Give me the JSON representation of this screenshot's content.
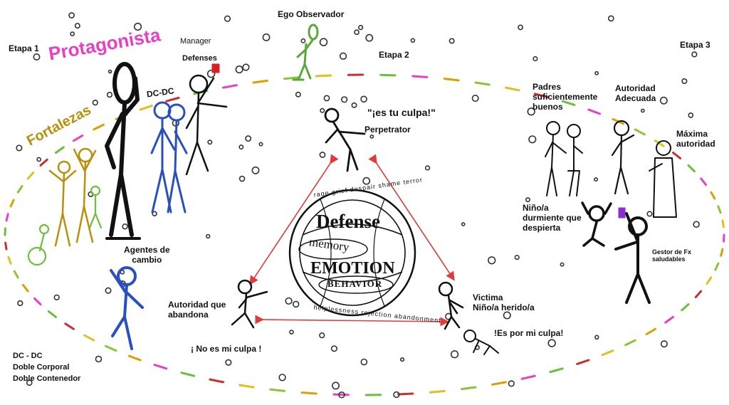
{
  "stages": {
    "etapa1": "Etapa 1",
    "etapa2": "Etapa 2",
    "etapa3": "Etapa 3"
  },
  "left": {
    "protagonista": "Protagonista",
    "fortalezas": "Fortalezas",
    "dc_dc": "DC-DC",
    "manager": "Manager",
    "defenses": "Defenses",
    "agentes": "Agentes de\ncambio",
    "legend_line1": "DC - DC",
    "legend_line2": "Doble Corporal",
    "legend_line3": "Doble Contenedor"
  },
  "top": {
    "ego_observador": "Ego Observador"
  },
  "triangle": {
    "quote_top": "\"¡es tu culpa!\"",
    "perpetrator": "Perpetrator",
    "autoridad_abandona": "Autoridad que\nabandona",
    "no_es_mi_culpa": "¡ No es mi culpa !",
    "victima": "Victima\nNiño/a herido/a",
    "es_por_mi_culpa": "!Es por mi culpa!"
  },
  "center": {
    "defense": "Defense",
    "memory": "memory",
    "emotion": "EMOTION",
    "behavior": "BEHAVIOR",
    "ring_top": "rage  grief  despair  shame  terror",
    "ring_bottom": "helplessness  rejection  abandonment"
  },
  "right": {
    "padres": "Padres\nsuficientemente\nbuenos",
    "autoridad_adecuada": "Autoridad\nAdecuada",
    "maxima": "Máxima\nautoridad",
    "nino_durmiente": "Niño/a\ndurmiente que\ndespierta",
    "gestor": "Gestor de Fx\nsaludables"
  },
  "colors": {
    "protagonista": "#e83fc4",
    "fortalezas": "#b8900a",
    "dc_figures": "#2a4fc0",
    "agentes_figure": "#2a4fc0",
    "ego_figure": "#5ba83a",
    "arrows": "#e03a3a",
    "manager_flag": "#d82020",
    "gestor_flag": "#8b2fd0",
    "ring_colors": [
      "#e83fc4",
      "#d8a000",
      "#8ac43a",
      "#e0c020",
      "#c83030",
      "#6bbf3a"
    ]
  }
}
